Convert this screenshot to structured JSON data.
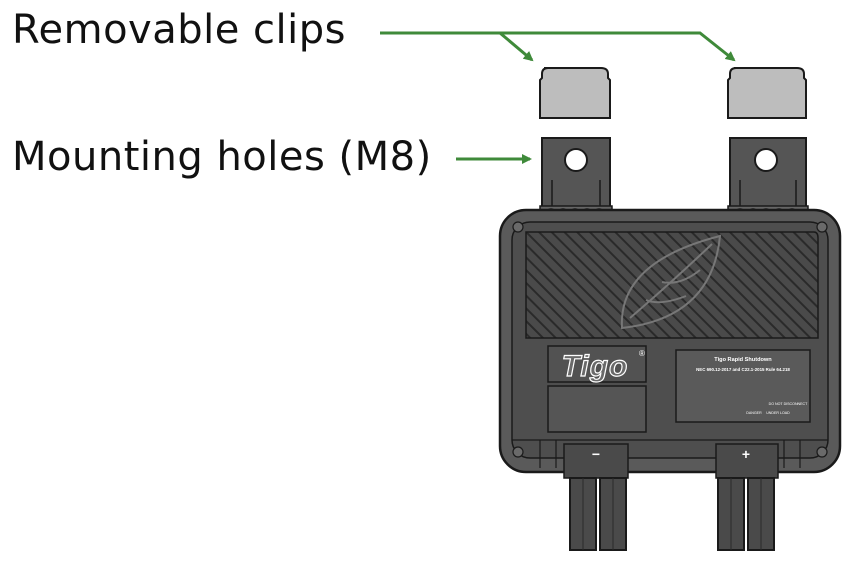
{
  "callouts": {
    "removable_clips": "Removable clips",
    "mounting_holes": "Mounting holes (M8)"
  },
  "device": {
    "brand": "Tigo",
    "brand_mark": "®",
    "label_title": "Tigo Rapid Shutdown",
    "label_standard": "NEC 690.12-2017 and C22.1-2015 Rule 64.218",
    "label_warning": "DO NOT DISCONNECT",
    "label_warning_2": "UNDER LOAD",
    "label_danger": "DANGER",
    "terminal_negative": "−",
    "terminal_positive": "+"
  },
  "colors": {
    "arrow": "#3f8a3a",
    "body": "#575757",
    "body_dark": "#3d3d3d",
    "clip": "#b8b8b8",
    "outline": "#1a1a1a"
  }
}
